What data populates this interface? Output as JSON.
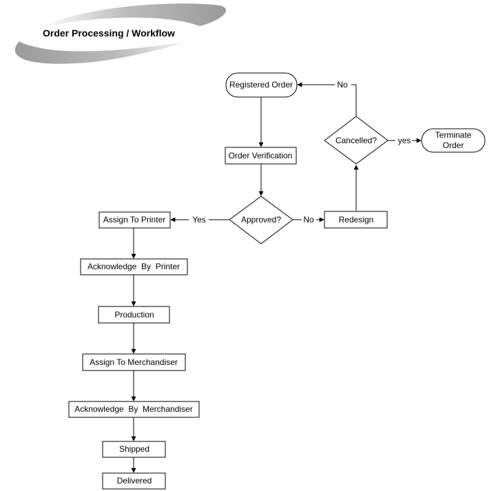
{
  "header": {
    "title": "Order Processing / Workflow",
    "banner_color": "#bdbdbd"
  },
  "nodes": {
    "registered_order": "Registered Order",
    "order_verification": "Order Verification",
    "approved": "Approved?",
    "assign_to_printer": "Assign To Printer",
    "redesign": "Redesign",
    "cancelled": "Cancelled?",
    "terminate_order_line1": "Terminate",
    "terminate_order_line2": "Order",
    "acknowledge_by_printer": "Acknowledge  By  Printer",
    "production": "Production",
    "assign_to_merchandiser": "Assign To Merchandiser",
    "acknowledge_by_merchandiser": "Acknowledge  By  Merchandiser",
    "shipped": "Shipped",
    "delivered": "Delivered"
  },
  "edge_labels": {
    "approved_yes": "Yes",
    "approved_no": "No",
    "cancelled_yes": "yes",
    "cancelled_no": "No"
  }
}
